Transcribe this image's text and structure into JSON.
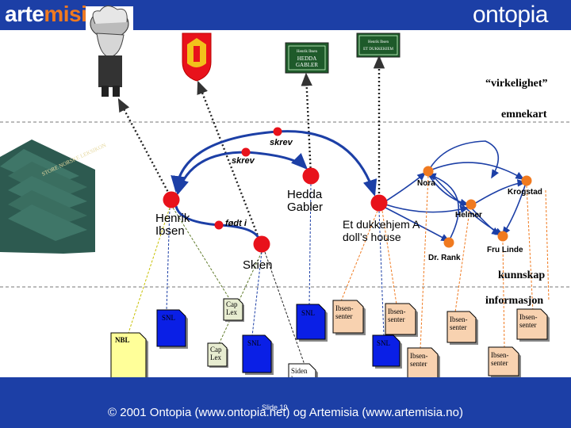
{
  "header": {
    "logo_left_part1": "arte",
    "logo_left_part2": "misia",
    "logo_right": "ontopia"
  },
  "images": {
    "book_cover_1": [
      "Henrik Ibsen",
      "HEDDA",
      "GABLER"
    ],
    "book_cover_2": [
      "Henrik Ibsen",
      "ET DUKKEHJEM"
    ]
  },
  "labels": {
    "virkelighet": "“virkelighet”",
    "emnekart": "emnekart",
    "kunnskap": "kunnskap",
    "informasjon": "informasjon"
  },
  "topics": {
    "henrik_ibsen": "Henrik Ibsen",
    "hedda_gabler": "Hedda Gabler",
    "skien": "Skien",
    "dukkehjem": "Et dukkehjem A doll’s house",
    "nora": "Nora",
    "krogstad": "Krogstad",
    "helmer": "Helmer",
    "dr_rank": "Dr. Rank",
    "fru_linde": "Fru Linde"
  },
  "associations": {
    "skrev_1": "skrev",
    "skrev_2": "skrev",
    "fodt_i": "født i"
  },
  "documents": {
    "snl_1": "SNL",
    "nbl": "NBL",
    "caplex_1": "Cap Lex",
    "caplex_2": "Cap Lex",
    "snl_2": "SNL",
    "snl_3": "SNL",
    "skien_kommune": "Siden kom-mune",
    "ibsensenter_1": "Ibsen-senter",
    "ibsensenter_2": "Ibsen-senter",
    "snl_4": "SNL",
    "ibsensenter_3": "Ibsen-senter",
    "ibsensenter_4": "Ibsen-senter",
    "ibsensenter_5": "Ibsen-senter",
    "ibsensenter_6": "Ibsen-senter"
  },
  "footer": {
    "copyright": "© 2001 Ontopia (www.ontopia.net) og Artemisia (www.artemisia.no)",
    "slide": "Slide 19"
  },
  "colors": {
    "brand_blue": "#1c3fa6",
    "topic_red": "#e8121b",
    "character_orange": "#f07a20",
    "doc_blue": "#0a1fe6",
    "doc_yellow": "#ffff99",
    "doc_green": "#e7ecd0"
  }
}
